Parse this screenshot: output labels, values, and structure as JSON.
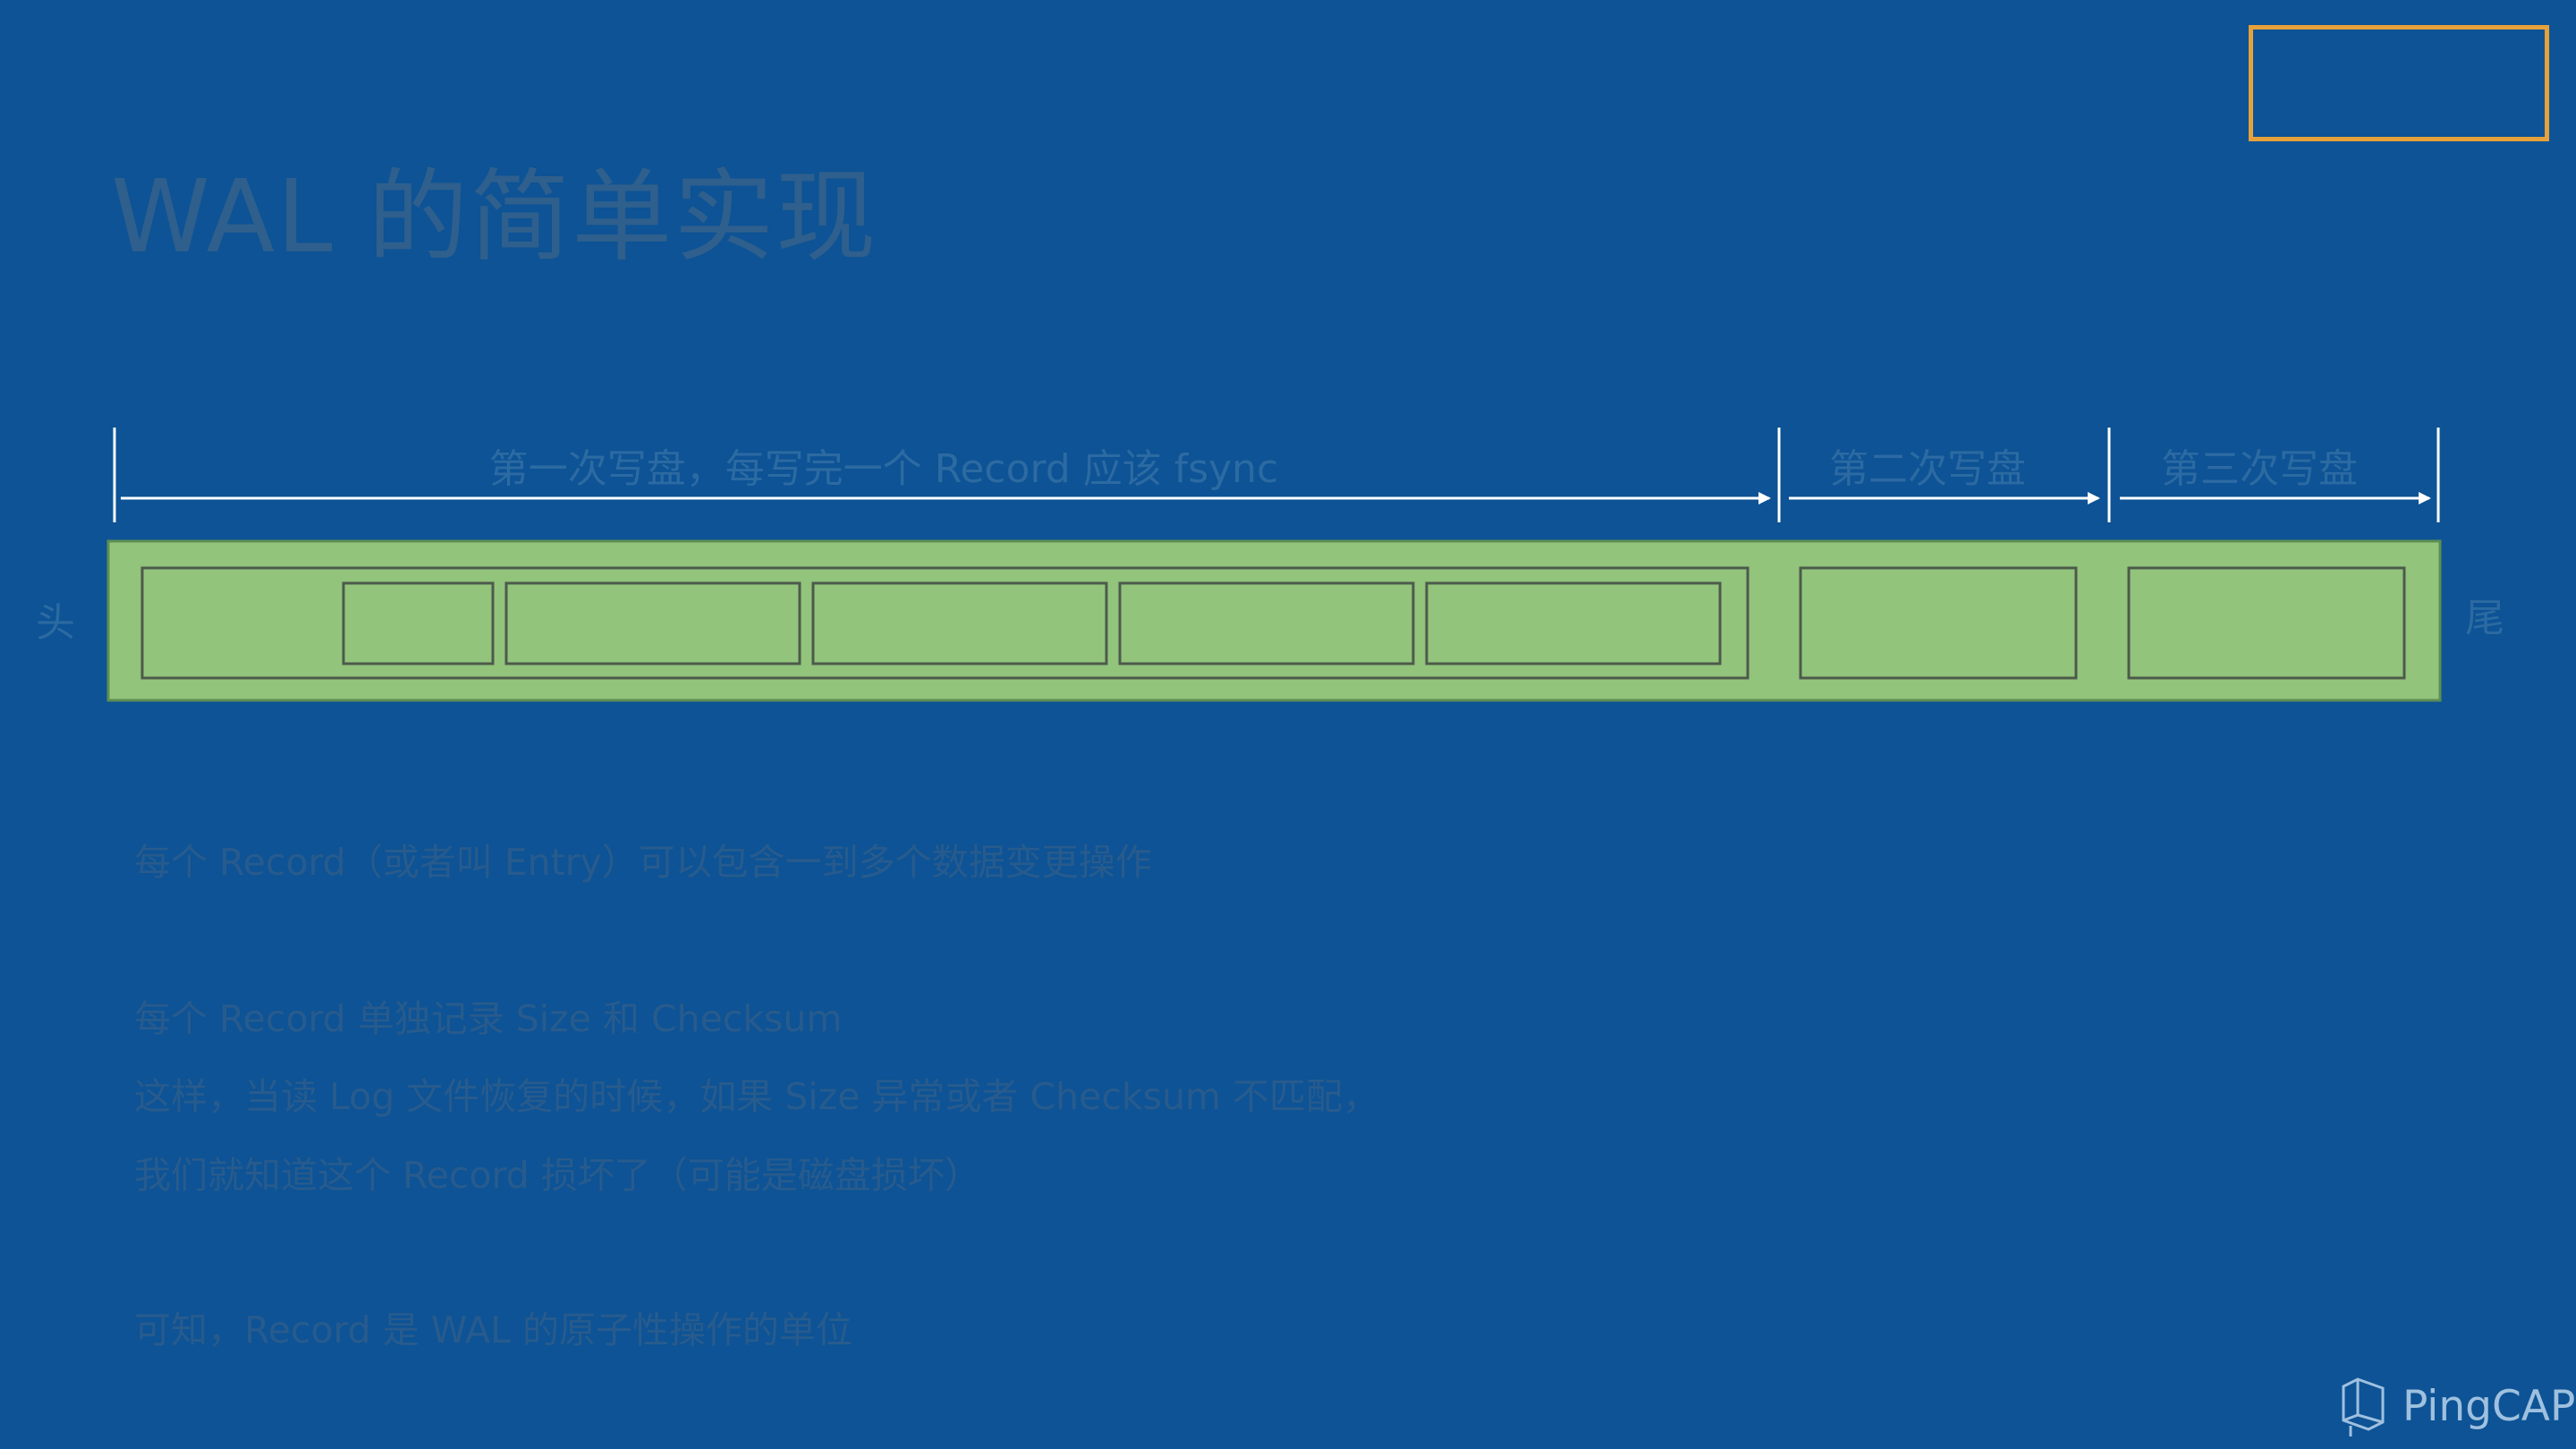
{
  "slide": {
    "title": "WAL 的简单实现",
    "side_labels": {
      "head": "头",
      "tail": "尾"
    },
    "write_segments": [
      "第一次写盘，每写完一个 Record 应该 fsync",
      "第二次写盘",
      "第三次写盘"
    ],
    "descriptions": [
      "每个 Record（或者叫 Entry）可以包含一到多个数据变更操作",
      "每个 Record 单独记录 Size 和 Checksum",
      "这样，当读 Log 文件恢复的时候，如果 Size 异常或者 Checksum 不匹配，",
      "我们就知道这个 Record 损坏了（可能是磁盘损坏）",
      "可知，Record 是 WAL 的原子性操作的单位"
    ],
    "brand": {
      "name": "PingCAP",
      "icon": "pingcap-logo-icon"
    },
    "colors": {
      "background": "#0d5395",
      "log_fill": "#92c47c",
      "highlight_box": "#e7a13a",
      "arrow": "#ffffff"
    }
  }
}
